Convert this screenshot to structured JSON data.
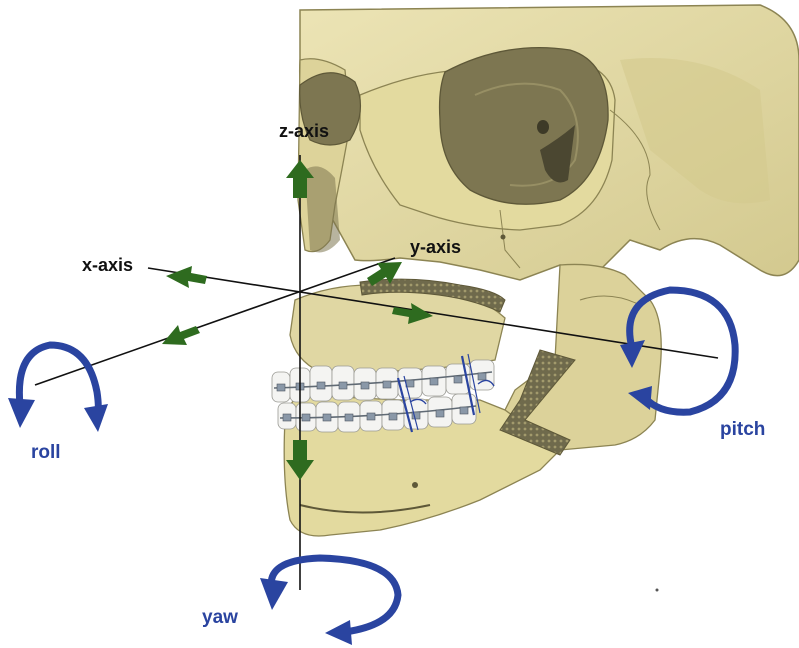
{
  "labels": {
    "z_axis": "z-axis",
    "x_axis": "x-axis",
    "y_axis": "y-axis",
    "roll": "roll",
    "pitch": "pitch",
    "yaw": "yaw"
  },
  "colors": {
    "bone": "#e0d7a3",
    "bone_shadow": "#b9ad70",
    "bone_outline": "#8c8453",
    "cavity": "#7d7651",
    "axis_line": "#111111",
    "direction_arrow": "#2e6b1f",
    "rotation_arrow": "#2a44a0",
    "teeth": "#f4f4f2",
    "bracket": "#8a98a8",
    "osteotomy": "#6f6a4c"
  },
  "icons": {
    "skull": "skull-illustration",
    "direction": "green-arrow-icon",
    "rotation": "curved-rotation-arrow-icon"
  }
}
